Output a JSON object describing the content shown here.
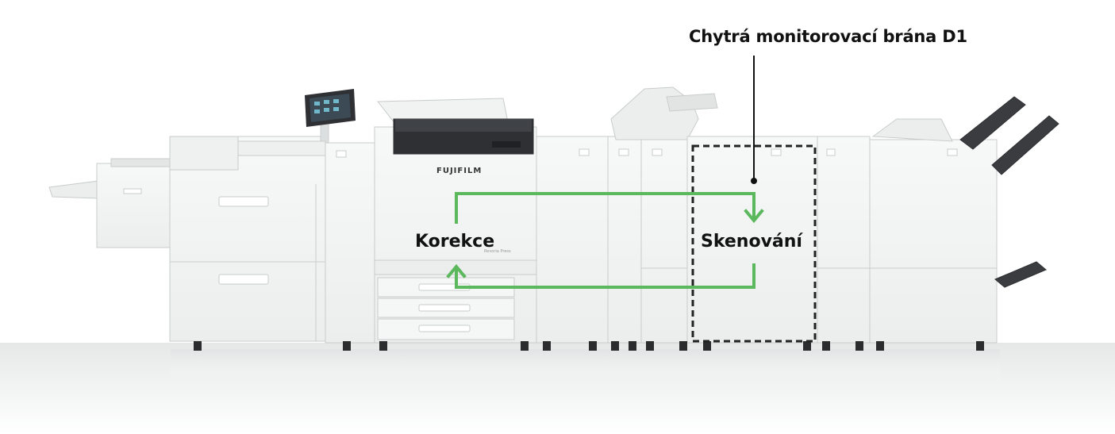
{
  "labels": {
    "gateway": "Chytrá monitorovací brána D1",
    "correction": "Korekce",
    "scanning": "Skenování"
  },
  "printer": {
    "brand": "FUJIFILM",
    "model_plate": "Revoria Press"
  },
  "colors": {
    "flow_arrow": "#5cb85c",
    "dashed_box": "#222222",
    "label_text": "#111111",
    "machine_body": "#f3f4f4",
    "machine_edge": "#c9cccc",
    "panel_dark": "#2e3033"
  }
}
